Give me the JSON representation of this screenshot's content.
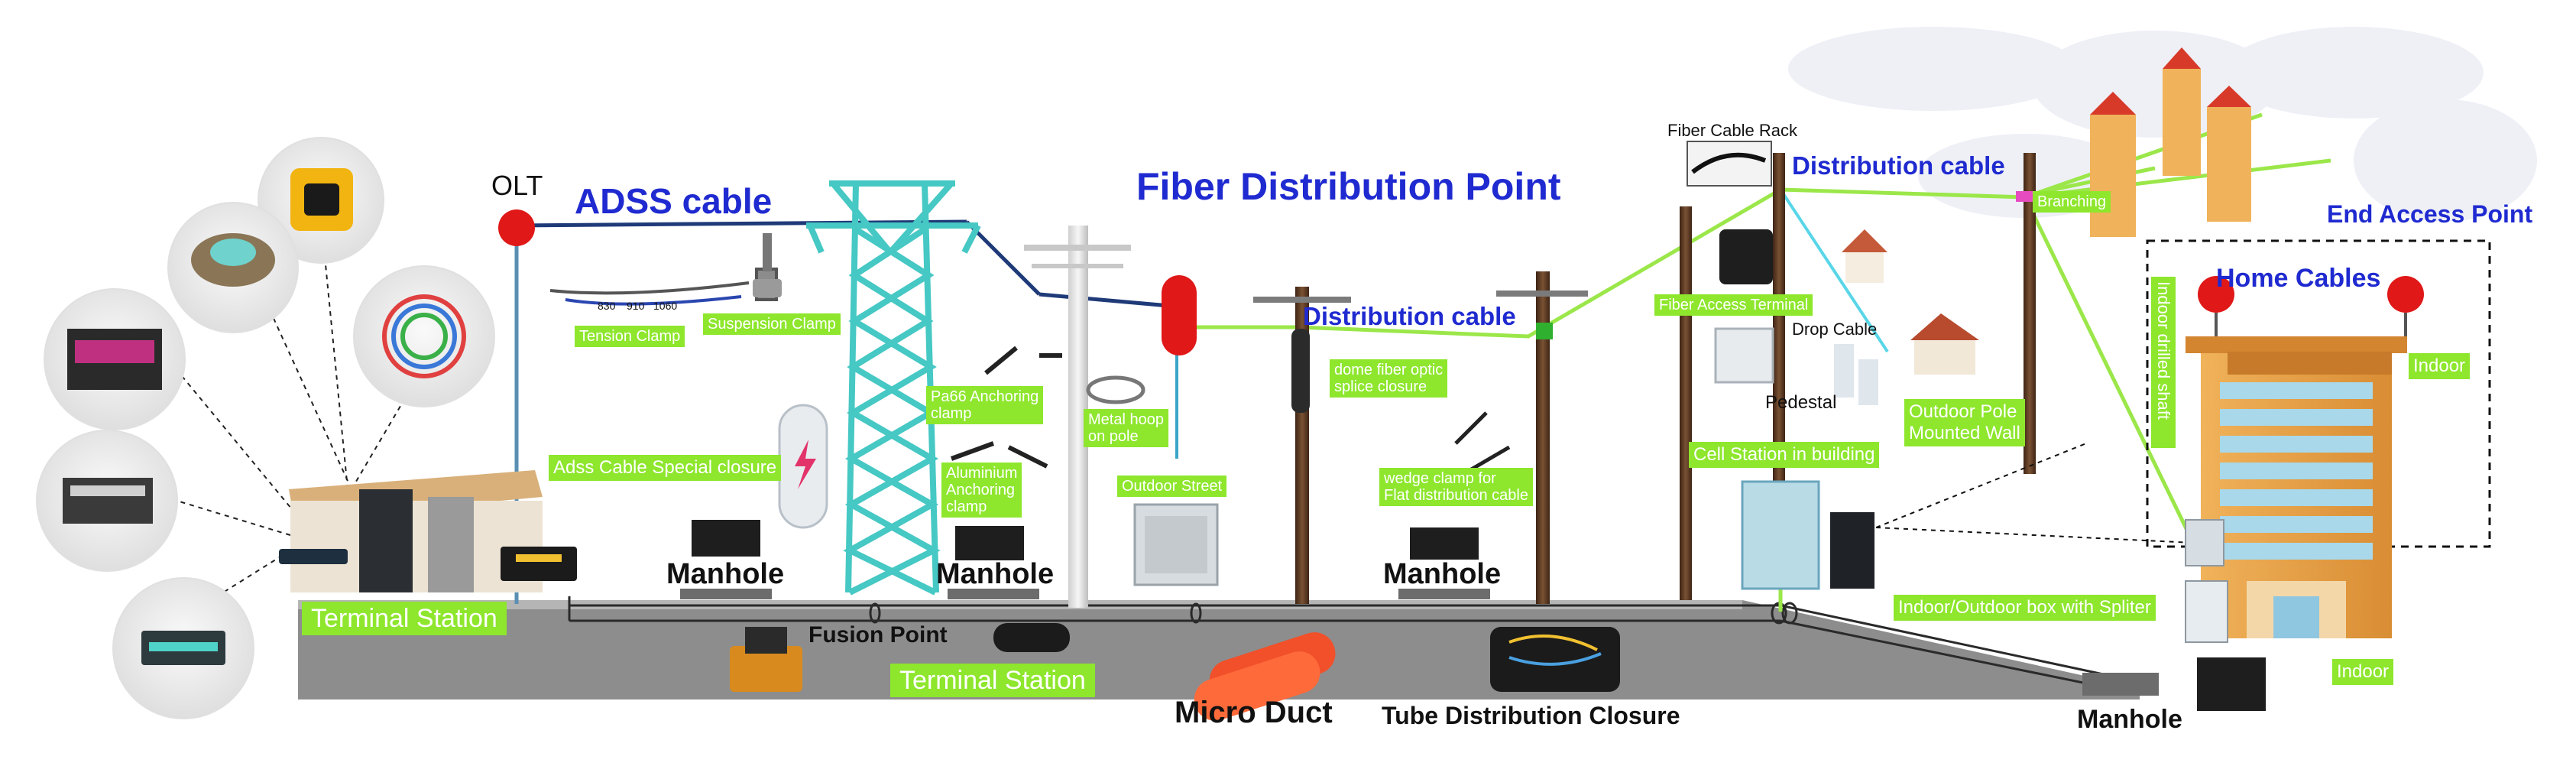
{
  "headings": {
    "olt": "OLT",
    "adss_cable": "ADSS cable",
    "fiber_distribution_point": "Fiber Distribution Point",
    "distribution_cable_mid": "Distribution cable",
    "distribution_cable_top": "Distribution cable",
    "end_access_point": "End Access Point",
    "home_cables": "Home Cables",
    "fiber_cable_rack": "Fiber Cable Rack",
    "drop_cable": "Drop Cable",
    "pedestal": "Pedestal",
    "manhole_1": "Manhole",
    "manhole_2": "Manhole",
    "manhole_3": "Manhole",
    "manhole_4": "Manhole",
    "fusion_point": "Fusion Point",
    "micro_duct": "Micro Duct",
    "tube_distribution_closure": "Tube Distribution Closure"
  },
  "tags": {
    "tension_clamp": "Tension Clamp",
    "suspension_clamp": "Suspension Clamp",
    "adss_special_closure": "Adss Cable Special closure",
    "pa66_clamp": "Pa66 Anchoring\nclamp",
    "aluminium_clamp": "Aluminium\nAnchoring\nclamp",
    "metal_hoop": "Metal hoop\non pole",
    "outdoor_street": "Outdoor Street",
    "dome_closure": "dome fiber optic\nsplice closure",
    "wedge_clamp": "wedge clamp for\nFlat distribution cable",
    "fiber_access_terminal": "Fiber Access Terminal",
    "cell_station": "Cell Station in building",
    "outdoor_pole_wall": "Outdoor Pole\nMounted Wall",
    "branching": "Branching",
    "indoor_drilled_shaft": "Indoor drilled shaft",
    "indoor_top": "Indoor",
    "indoor_bottom": "Indoor",
    "indoor_outdoor_box": "Indoor/Outdoor box with Spliter",
    "terminal_station_left": "Terminal Station",
    "terminal_station_mid": "Terminal Station"
  },
  "scale_marks": [
    "830",
    "910",
    "1060"
  ],
  "colors": {
    "label_green": "#8ee62d",
    "cable_green": "#9be74a",
    "heading_blue": "#1f2ad0",
    "adss_line": "#1f3a78",
    "tower_teal": "#46c8c4",
    "pole_brown": "#5a3a24",
    "closure_red": "#e01818",
    "ground_gray": "#8d8d8d",
    "building_orange": "#e6a24a"
  },
  "icons": [
    "tension-clamp-icon",
    "suspension-clamp-icon",
    "dome-closure-icon",
    "fiber-access-terminal-icon",
    "server-rack-icon",
    "splicer-icon",
    "micro-duct-icon",
    "house-icon"
  ]
}
